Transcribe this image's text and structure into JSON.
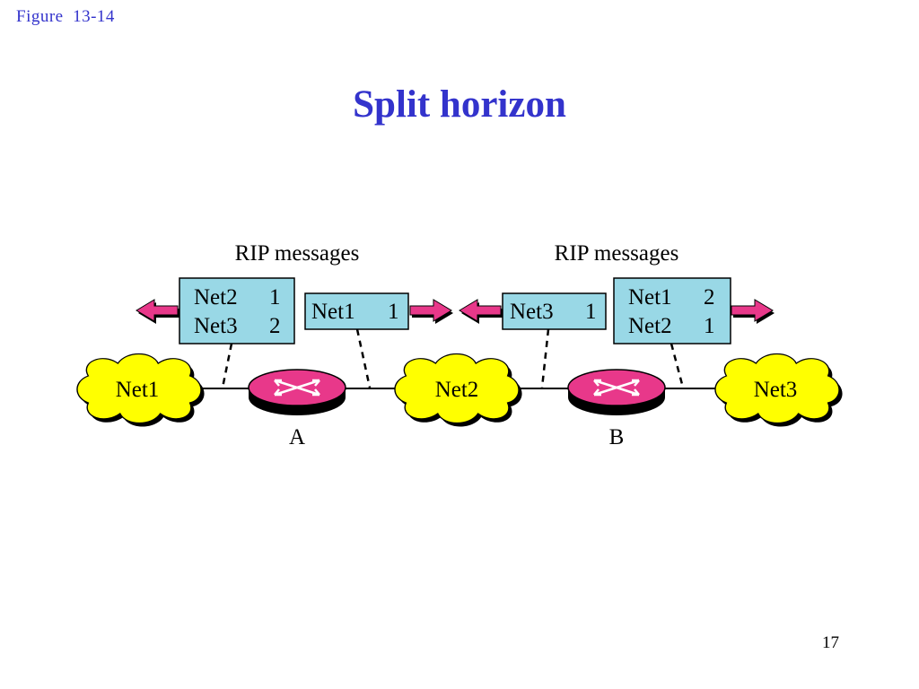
{
  "figure_label": "Figure  13-14",
  "title": "Split horizon",
  "page_number": "17",
  "colors": {
    "title": "#3333cc",
    "table_fill": "#99d8e6",
    "cloud_fill": "#ffff00",
    "router_fill": "#e8388a",
    "arrow_fill": "#e8388a"
  },
  "diagram": {
    "rip_label_left": "RIP messages",
    "rip_label_right": "RIP messages",
    "routers": [
      {
        "label": "A"
      },
      {
        "label": "B"
      }
    ],
    "networks": [
      "Net1",
      "Net2",
      "Net3"
    ],
    "tables": [
      {
        "rows": [
          {
            "net": "Net2",
            "hops": "1"
          },
          {
            "net": "Net3",
            "hops": "2"
          }
        ]
      },
      {
        "rows": [
          {
            "net": "Net1",
            "hops": "1"
          }
        ]
      },
      {
        "rows": [
          {
            "net": "Net3",
            "hops": "1"
          }
        ]
      },
      {
        "rows": [
          {
            "net": "Net1",
            "hops": "2"
          },
          {
            "net": "Net2",
            "hops": "1"
          }
        ]
      }
    ]
  }
}
